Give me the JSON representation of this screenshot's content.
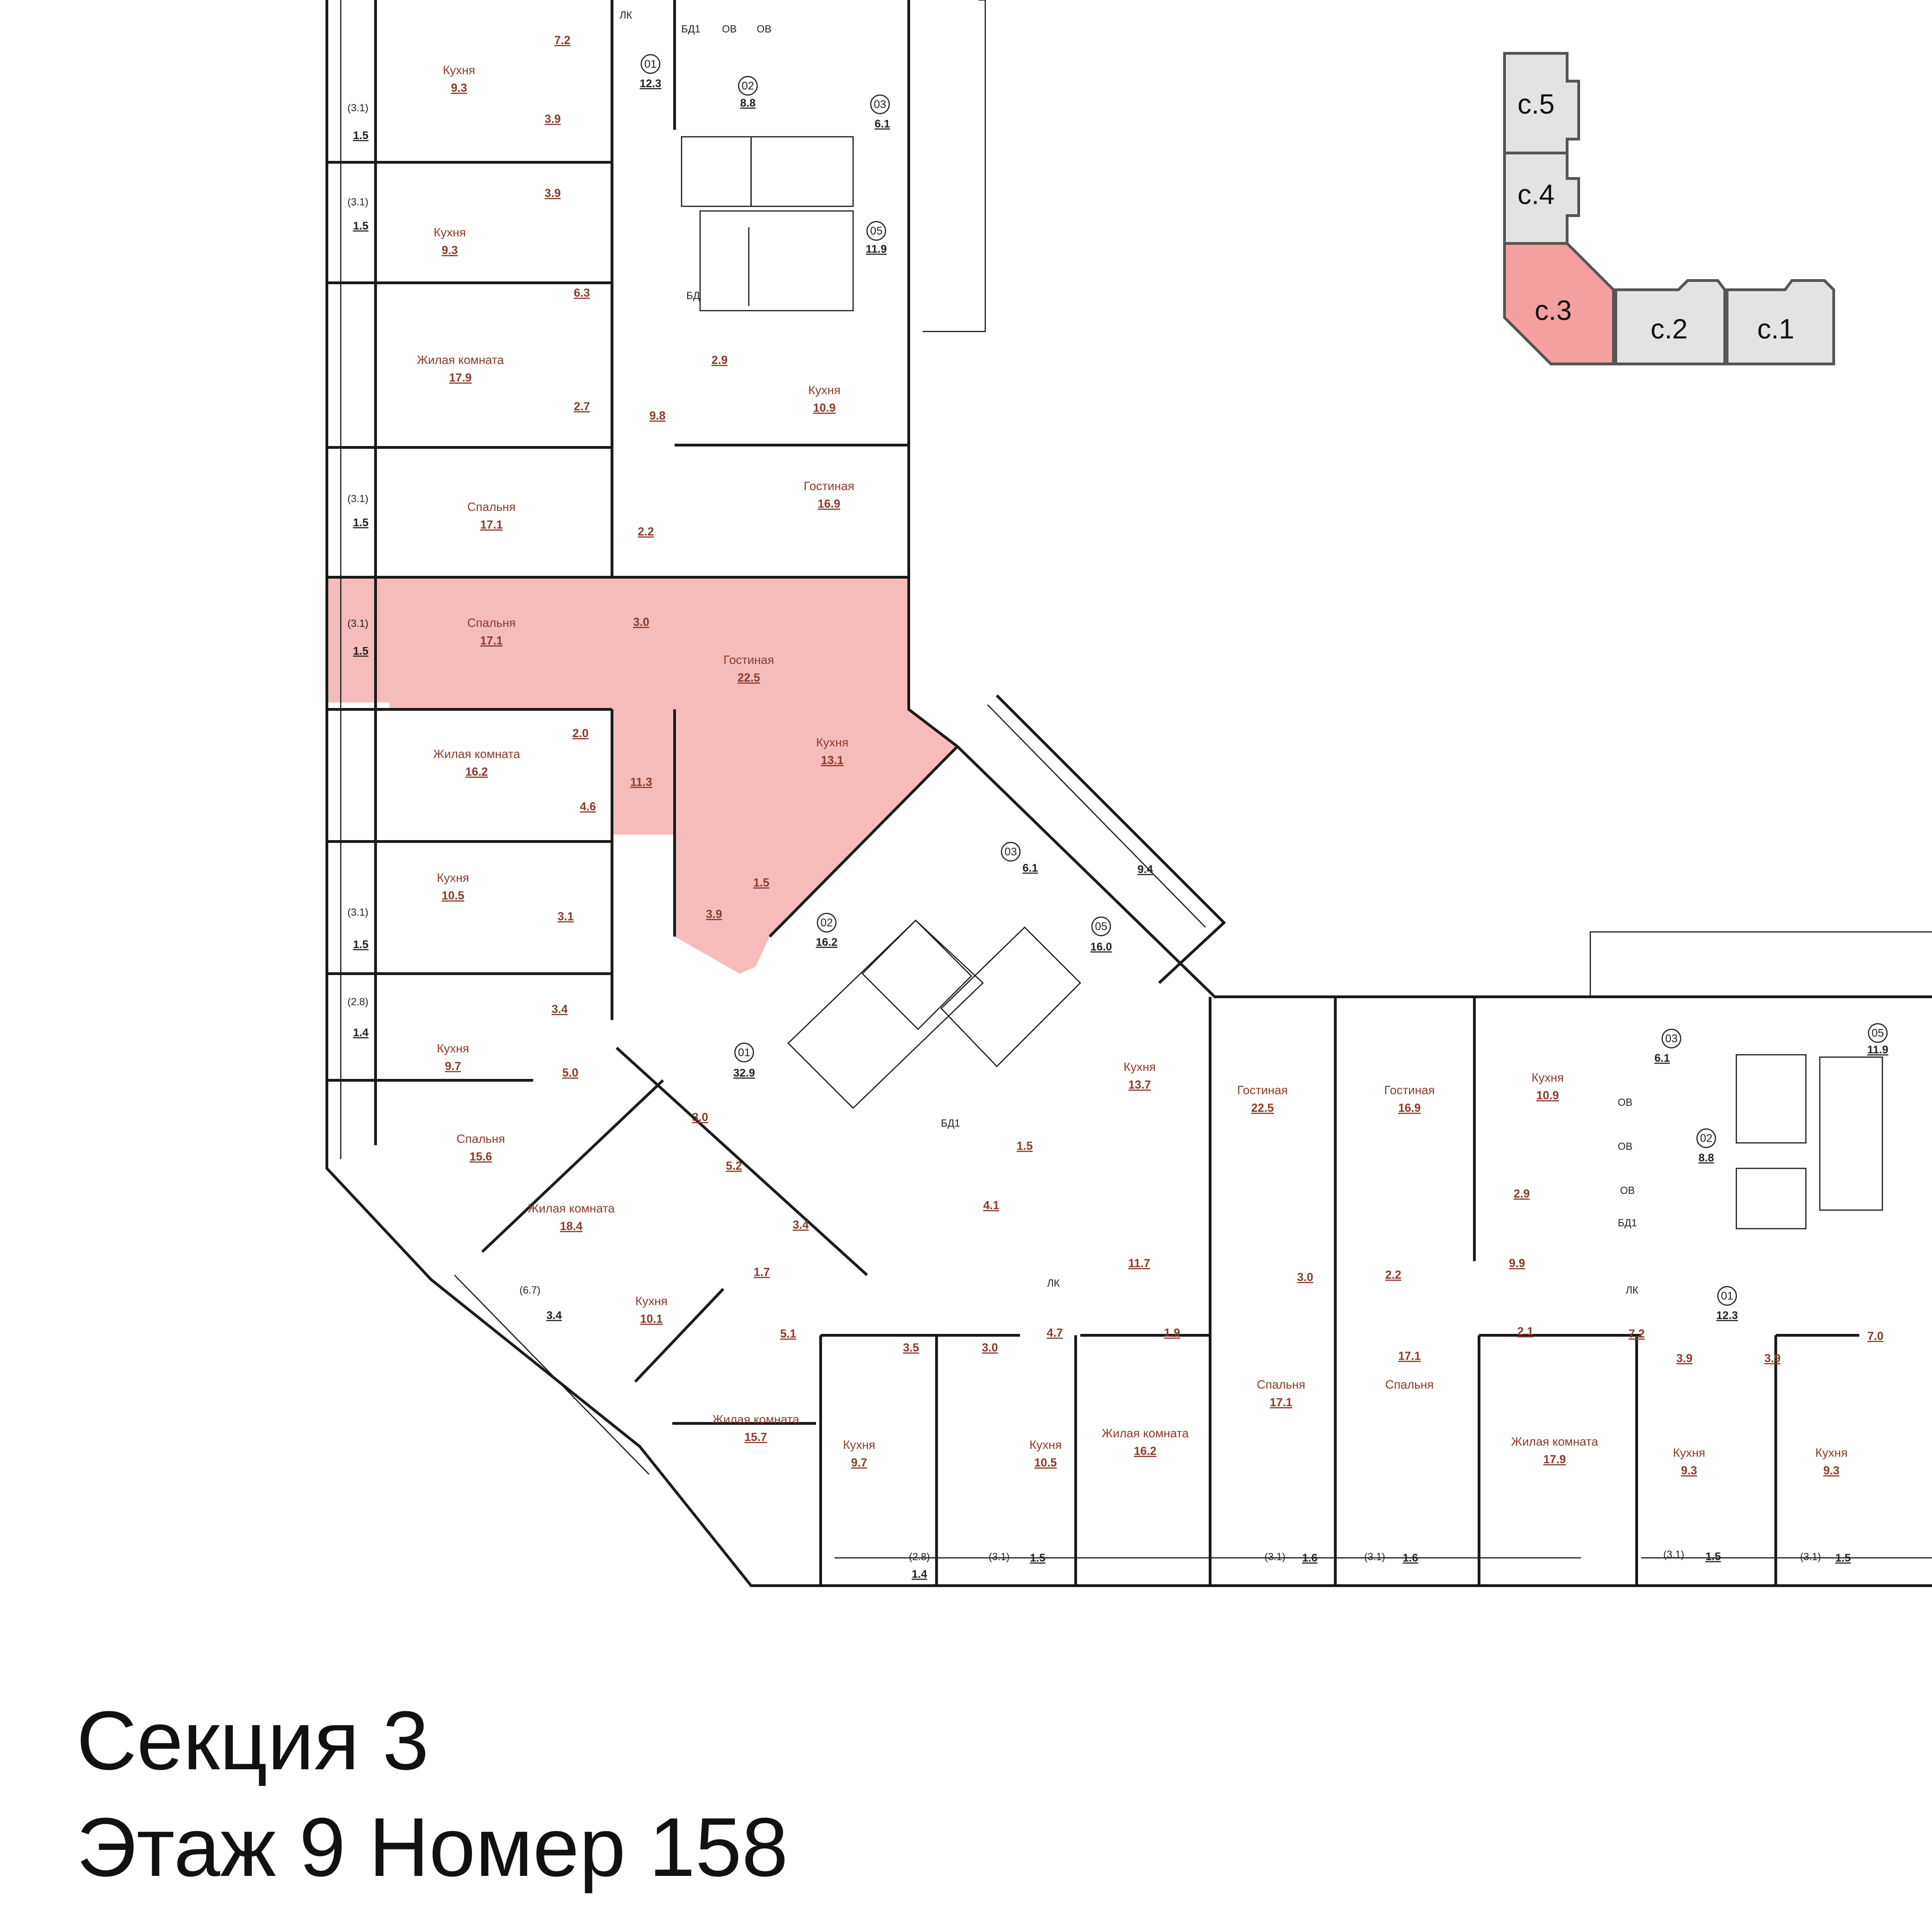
{
  "caption": {
    "line1": "Секция 3",
    "line2": "Этаж 9 Номер 158"
  },
  "highlight_color": "#f6bcbc",
  "key_plan": {
    "highlight_color": "#f4a0a0",
    "sections": [
      "с.5",
      "с.4",
      "с.3",
      "с.2",
      "с.1"
    ],
    "current": "с.3"
  },
  "highlighted_apartment": {
    "rooms": [
      {
        "name": "Спальня",
        "area": "17.1"
      },
      {
        "name": "Гостиная",
        "area": "22.5"
      },
      {
        "name": "Кухня",
        "area": "13.1"
      }
    ],
    "other_areas": [
      "3.0",
      "11.3",
      "1.5",
      "3.9",
      "(3.1)",
      "1.5"
    ]
  },
  "rooms": [
    {
      "name": "Кухня",
      "area": "9.3"
    },
    {
      "name": "Кухня",
      "area": "9.3"
    },
    {
      "name": "Жилая комната",
      "area": "17.9"
    },
    {
      "name": "Спальня",
      "area": "17.1"
    },
    {
      "name": "Кухня",
      "area": "10.9"
    },
    {
      "name": "Гостиная",
      "area": "16.9"
    },
    {
      "name": "Жилая комната",
      "area": "16.2"
    },
    {
      "name": "Кухня",
      "area": "10.5"
    },
    {
      "name": "Кухня",
      "area": "9.7"
    },
    {
      "name": "Спальня",
      "area": "15.6"
    },
    {
      "name": "Жилая комната",
      "area": "18.4"
    },
    {
      "name": "Кухня",
      "area": "10.1"
    },
    {
      "name": "Жилая комната",
      "area": "15.7"
    },
    {
      "name": "Кухня",
      "area": "9.7"
    },
    {
      "name": "Кухня",
      "area": "10.5"
    },
    {
      "name": "Жилая комната",
      "area": "16.2"
    },
    {
      "name": "Кухня",
      "area": "13.7"
    },
    {
      "name": "Гостиная",
      "area": "22.5"
    },
    {
      "name": "Спальня",
      "area": "17.1"
    },
    {
      "name": "Гостиная",
      "area": "16.9"
    },
    {
      "name": "Спальня",
      "area": "17.1"
    },
    {
      "name": "Кухня",
      "area": "10.9"
    },
    {
      "name": "Жилая комната",
      "area": "17.9"
    },
    {
      "name": "Кухня",
      "area": "9.3"
    },
    {
      "name": "Кухня",
      "area": "9.3"
    }
  ],
  "areas": [
    "7.2",
    "3.9",
    "3.9",
    "6.3",
    "2.7",
    "9.8",
    "2.9",
    "2.2",
    "2.0",
    "4.6",
    "3.1",
    "3.4",
    "5.0",
    "3.0",
    "5.2",
    "3.4",
    "1.7",
    "5.1",
    "3.5",
    "3.0",
    "4.7",
    "1.9",
    "1.5",
    "4.1",
    "11.7",
    "3.0",
    "2.2",
    "9.9",
    "2.9",
    "2.1",
    "7.2",
    "3.9",
    "3.9",
    "7.0"
  ],
  "balconies": [
    {
      "label": "(3.1)",
      "area": "1.5"
    },
    {
      "label": "(3.1)",
      "area": "1.5"
    },
    {
      "label": "(3.1)",
      "area": "1.5"
    },
    {
      "label": "(3.1)",
      "area": "1.5"
    },
    {
      "label": "(2.8)",
      "area": "1.4"
    },
    {
      "label": "(6.7)",
      "area": "3.4"
    },
    {
      "label": "(2.8)",
      "area": "1.4"
    },
    {
      "label": "(3.1)",
      "area": "1.5"
    },
    {
      "label": "(3.1)",
      "area": "1.6"
    },
    {
      "label": "(3.1)",
      "area": "1.6"
    },
    {
      "label": "(3.1)",
      "area": "1.5"
    },
    {
      "label": "(3.1)",
      "area": "1.5"
    }
  ],
  "technical": [
    {
      "num": "01",
      "area": "12.3"
    },
    {
      "num": "02",
      "area": "8.8"
    },
    {
      "num": "03",
      "area": "6.1"
    },
    {
      "num": "05",
      "area": "11.9"
    },
    {
      "num": "03",
      "area": "6.1"
    },
    {
      "num": "02",
      "area": "16.2"
    },
    {
      "num": "05",
      "area": "16.0"
    },
    {
      "num": "01",
      "area": "32.9"
    },
    {
      "num": "03",
      "area": "6.1"
    },
    {
      "num": "02",
      "area": "8.8"
    },
    {
      "num": "05",
      "area": "11.9"
    },
    {
      "num": "01",
      "area": "12.3"
    }
  ],
  "plain_areas": [
    "9.4"
  ],
  "small_labels": [
    "ОВ",
    "ОВ",
    "БД1",
    "ЛК",
    "БД",
    "ЛК",
    "ОВ",
    "ОВ",
    "ОВ",
    "БД1",
    "ЛК",
    "БД1"
  ]
}
